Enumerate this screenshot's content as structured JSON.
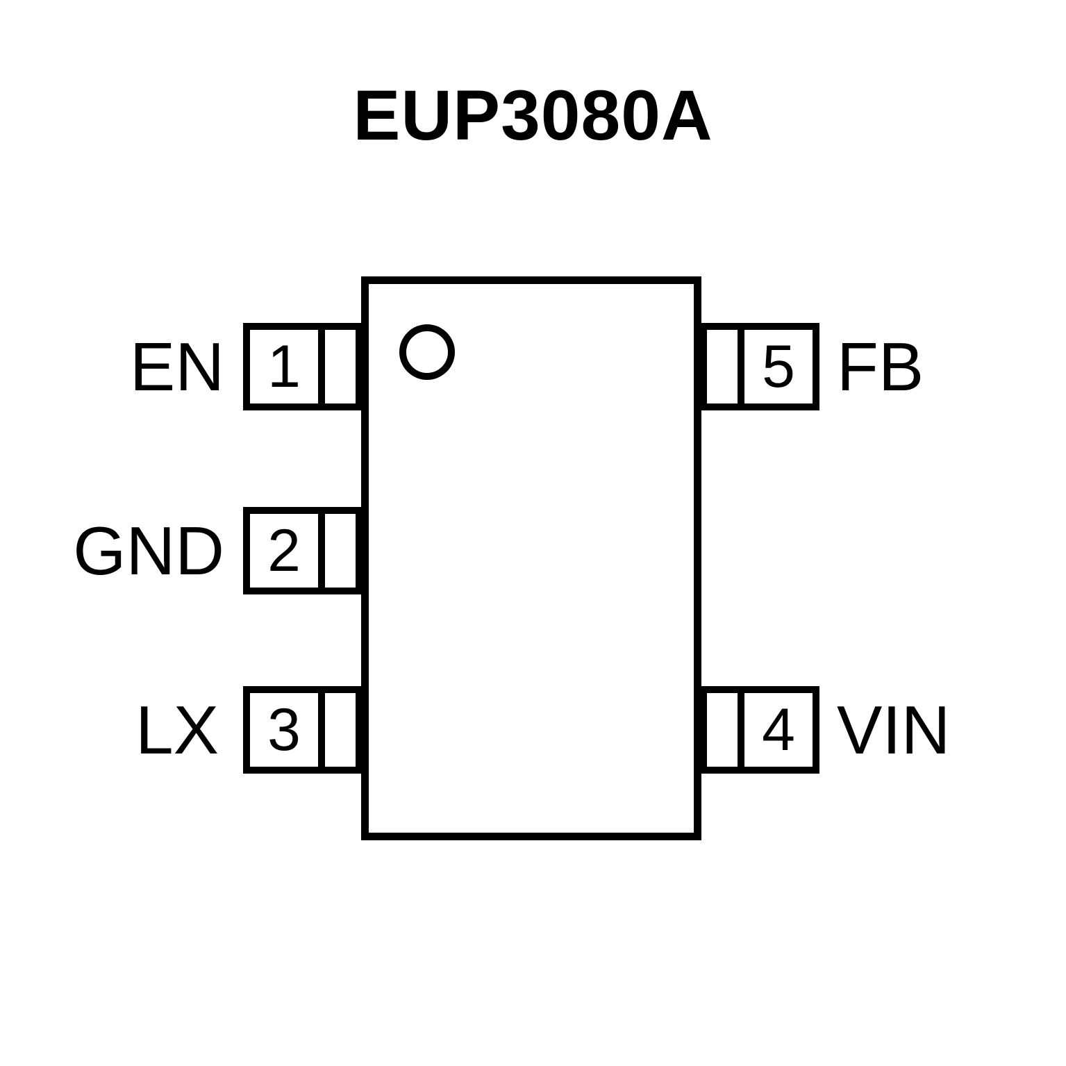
{
  "title": "EUP3080A",
  "package": {
    "pins_left": [
      {
        "number": "1",
        "label": "EN"
      },
      {
        "number": "2",
        "label": "GND"
      },
      {
        "number": "3",
        "label": "LX"
      }
    ],
    "pins_right": [
      {
        "number": "5",
        "label": "FB"
      },
      {
        "number": "4",
        "label": "VIN"
      }
    ]
  },
  "colors": {
    "line": "#000000",
    "background": "#ffffff"
  }
}
